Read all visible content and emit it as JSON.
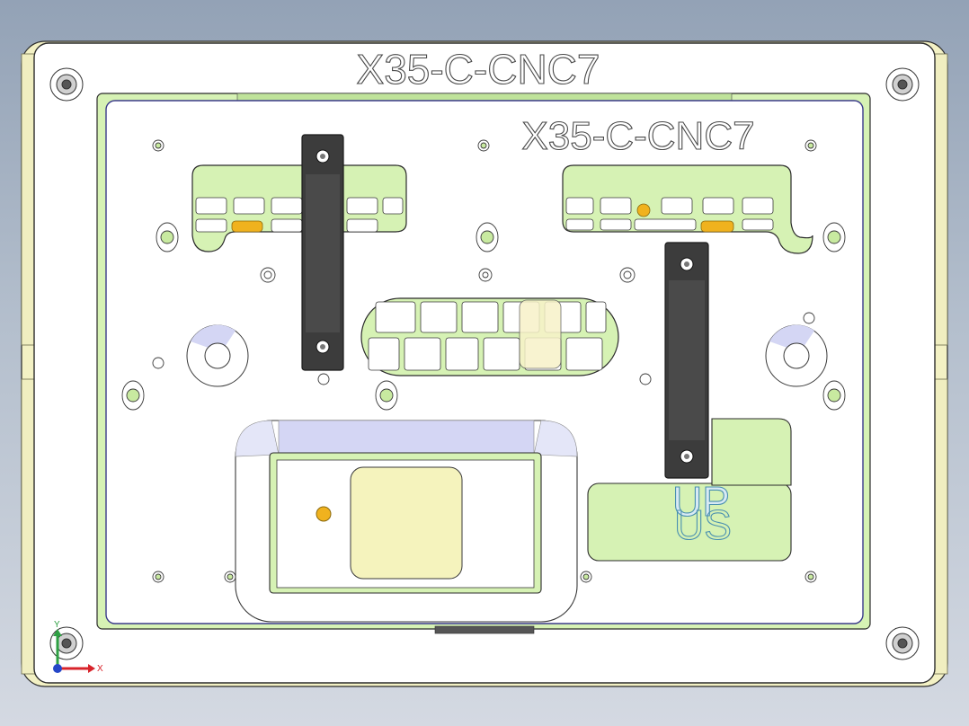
{
  "viewport": {
    "title": "X35-C-CNC7",
    "engraving_main": "X35-C-CNC7",
    "engraving_sub": "X35-C-CNC7",
    "engraving_mark_top": "UP",
    "engraving_mark_bottom": "US",
    "triad_x": "X",
    "triad_y": "Y"
  },
  "colors": {
    "background_top": "#93a2b6",
    "base_plate": "#ffffff",
    "outline": "#2b2b2b",
    "yellow_edge": "#f3f1c4",
    "green_part": "#d6f2b4",
    "handle": "#3c3c3c",
    "pocket_blue": "#d4d6f4",
    "pad_yellow": "#f5f3bd",
    "pin_orange": "#f0b21e",
    "axis_x": "#d8232a",
    "axis_y": "#2ea043",
    "axis_z": "#2547c8"
  }
}
